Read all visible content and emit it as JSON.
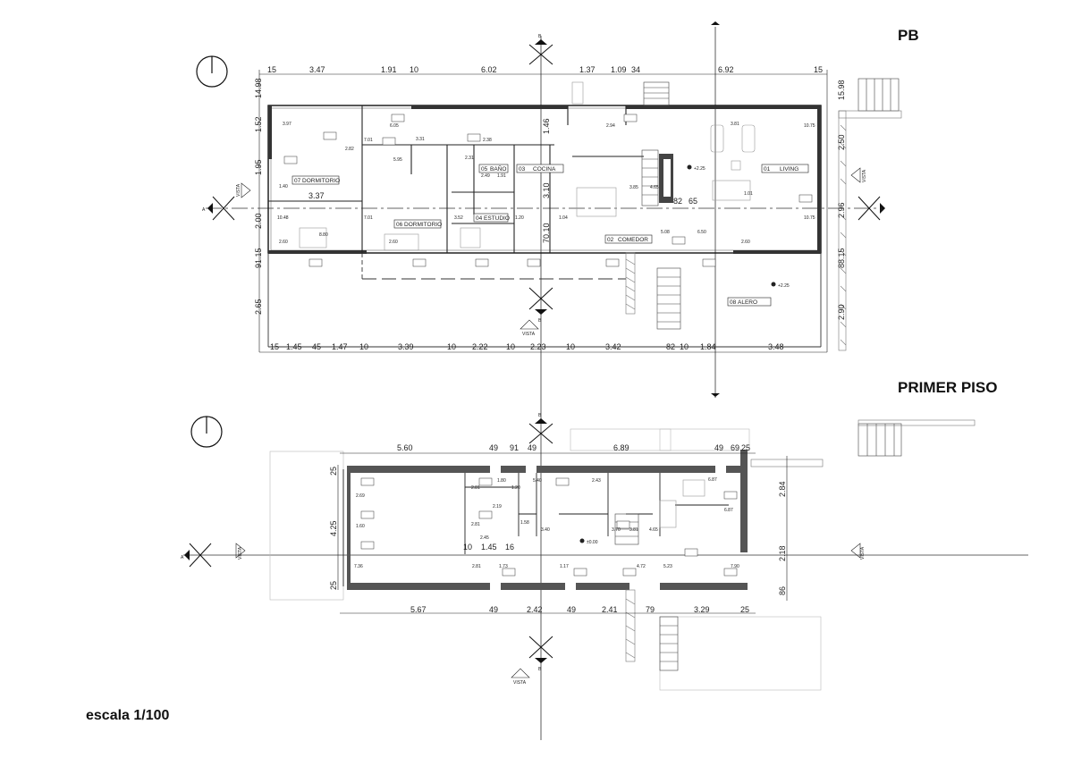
{
  "titles": {
    "ground": "PB",
    "first": "PRIMER PISO",
    "scale": "escala 1/100"
  },
  "markers": {
    "a": "A",
    "b": "B",
    "vista": "VISTA"
  },
  "ground": {
    "top_dims": [
      "15",
      "3.47",
      "1.91",
      "10",
      "6.02",
      "1.37",
      "1.09",
      "34",
      "6.92",
      "15"
    ],
    "bottom_dims": [
      "15",
      "1.45",
      "45",
      "1.47",
      "10",
      "3.39",
      "10",
      "2.22",
      "10",
      "2.23",
      "10",
      "3.42",
      "82",
      "10",
      "1.84",
      "3.48"
    ],
    "left_dims": [
      "14.98",
      "1.52",
      "1.95",
      "2.00",
      "91.15",
      "2.65"
    ],
    "right_dims": [
      "15.98",
      "2.50",
      "2.96",
      "88.15",
      "2.90"
    ],
    "inner_dims": [
      "3.37",
      "3.10",
      "70.10",
      "82",
      "65",
      "2.38",
      "1.46"
    ],
    "rooms": [
      {
        "num": "01",
        "name": "LIVING"
      },
      {
        "num": "02",
        "name": "COMEDOR"
      },
      {
        "num": "03",
        "name": "COCINA"
      },
      {
        "num": "04",
        "name": "ESTUDIO"
      },
      {
        "num": "05",
        "name": "BAÑO"
      },
      {
        "num": "06",
        "name": "DORMITORIO"
      },
      {
        "num": "07",
        "name": "DORMITORIO"
      },
      {
        "num": "08",
        "name": "ALERO"
      }
    ],
    "levels": [
      "+2.25",
      "+2.25"
    ],
    "notes": [
      "3.97",
      "6.05",
      "3.31",
      "7.01",
      "5.95",
      "8.80",
      "10.48",
      "7.01",
      "3.52",
      "1.20",
      "1.04",
      "5.08",
      "6.50",
      "3.81",
      "10.75",
      "10.75",
      "3.85",
      "4.65",
      "1.01",
      "2.94",
      "2.49",
      "1.91",
      "2.31",
      "2.82",
      "1.40",
      "2.60",
      "2.60",
      "2.60"
    ]
  },
  "first": {
    "top_dims": [
      "5.60",
      "49",
      "91",
      "49",
      "6.89",
      "49",
      "69",
      "25"
    ],
    "bottom_dims": [
      "5.67",
      "49",
      "2.42",
      "49",
      "2.41",
      "79",
      "3.29",
      "25"
    ],
    "left_dims": [
      "25",
      "4.25",
      "25"
    ],
    "right_dims": [
      "2.84",
      "2.18",
      "86"
    ],
    "inner_dims": [
      "10",
      "1.45",
      "16"
    ],
    "level": "±0.00",
    "notes": [
      "2.69",
      "1.60",
      "7.36",
      "2.81",
      "1.80",
      "2.81",
      "1.20",
      "2.19",
      "1.58",
      "5.40",
      "2.43",
      "3.40",
      "3.70",
      "3.81",
      "4.65",
      "6.87",
      "6.87",
      "7.90",
      "5.23",
      "4.72",
      "1.17",
      "1.73",
      "2.81",
      "2.45"
    ]
  }
}
